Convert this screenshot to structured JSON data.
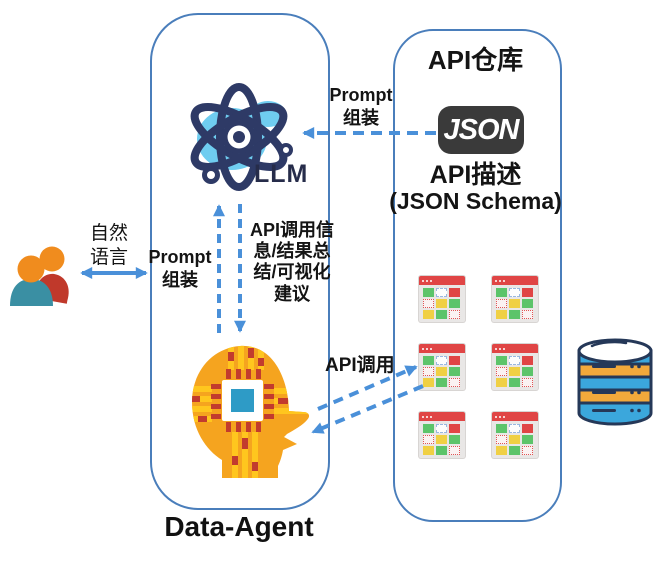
{
  "diagram": {
    "user": {
      "icon": "two-users-icon",
      "channel_label": "自然语言"
    },
    "agent_container": {
      "llm_icon": "atom-icon",
      "llm_label": "LLM",
      "agent_icon": "head-chip-icon",
      "caption": "Data-Agent",
      "prompt_up_label_line1": "Prompt",
      "prompt_up_label_line2": "组装",
      "llm_to_agent_label": "API调用信息/结果总结/可视化建议"
    },
    "api_container": {
      "title": "API仓库",
      "json_badge_label": "JSON",
      "desc_line1": "API描述",
      "desc_line2": "(JSON Schema)",
      "table_grid": {
        "count": 6,
        "rows": 3,
        "cols": 2,
        "cell_pattern": [
          "green",
          "dot-blue",
          "red",
          "dot-red",
          "yellow",
          "green",
          "yellow",
          "green",
          "dot-red"
        ]
      },
      "db_icon": "database-icon"
    },
    "edges": {
      "json_to_llm_label_line1": "Prompt",
      "json_to_llm_label_line2": "组装",
      "agent_to_api_label": "API调用"
    },
    "colors": {
      "container_border": "#4a7ebb",
      "arrow_blue": "#4a90d9",
      "atom_navy": "#2e3a66",
      "atom_light_blue": "#6fcdf0",
      "head_orange": "#f5a41f",
      "stripe_yellow": "#ffc61e",
      "chip_red": "#c23b2e",
      "chip_blue": "#2e9bc6",
      "json_badge_bg": "#3a3a3a",
      "table_header_red": "#e04545",
      "cell_green": "#5cc46a",
      "cell_yellow": "#f0d044",
      "db_blue": "#3ba7dc",
      "db_orange": "#f2a93b",
      "person_orange": "#f08c1e",
      "person_red": "#c0392b",
      "person_teal": "#3a8fa3"
    }
  }
}
